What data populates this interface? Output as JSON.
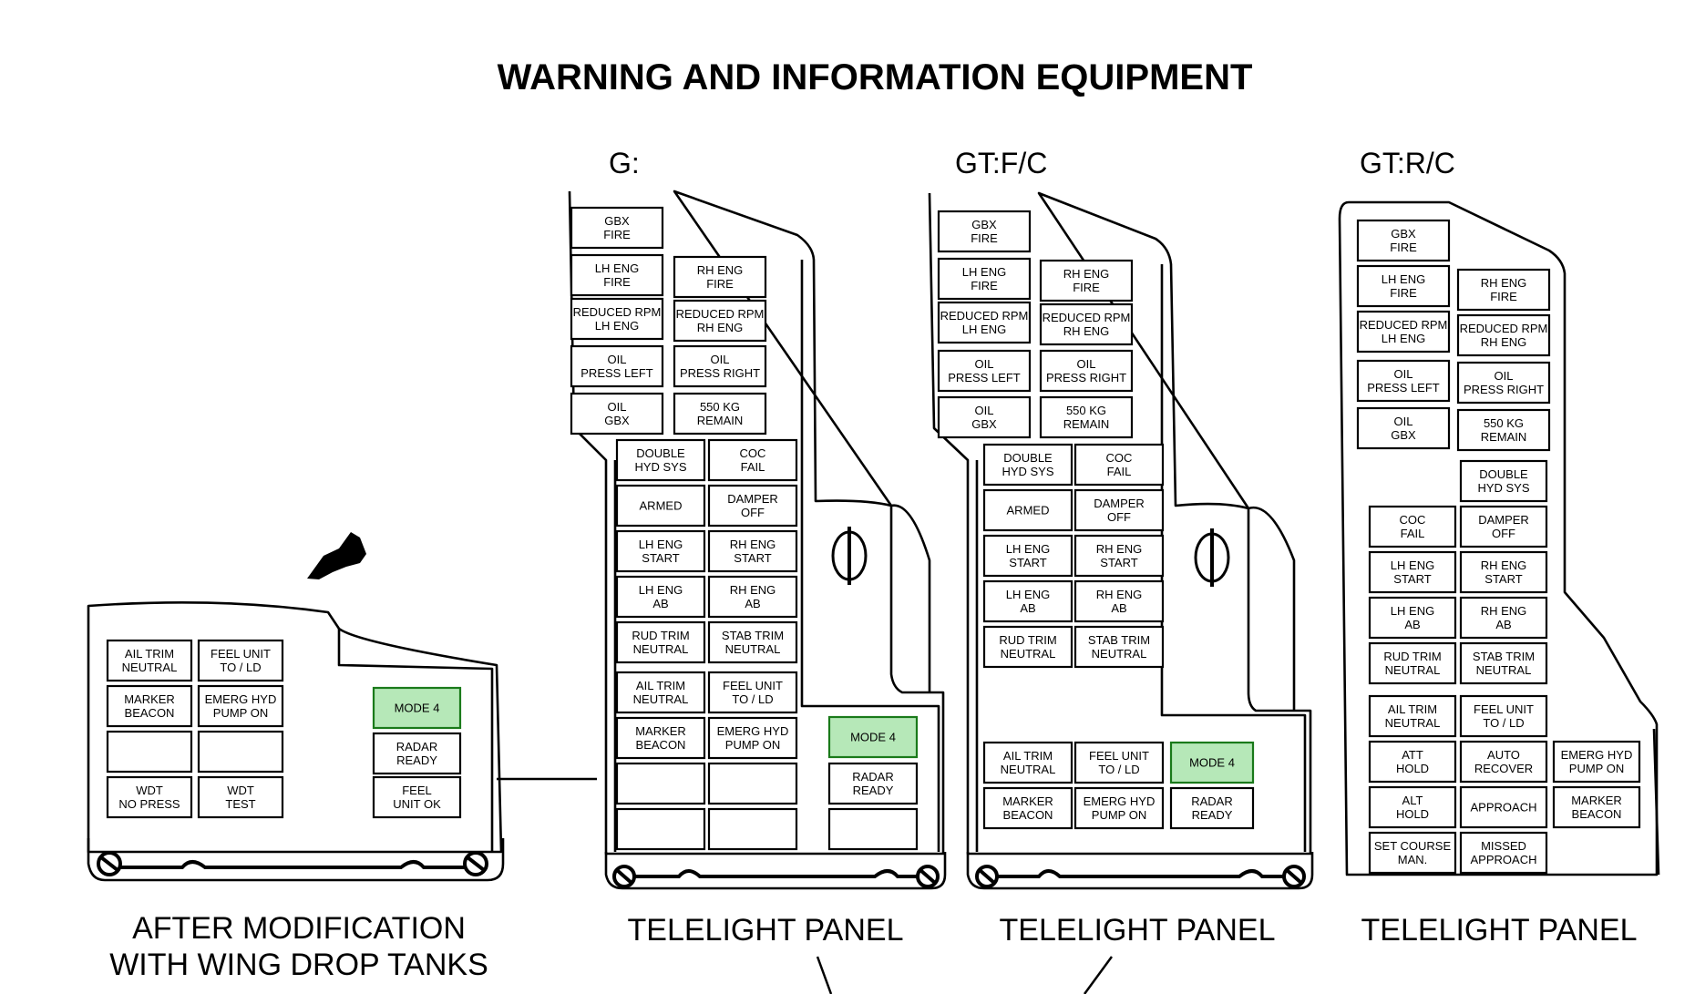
{
  "title": "WARNING AND INFORMATION EQUIPMENT",
  "panels": [
    {
      "id": "wing",
      "header": "",
      "caption": [
        "AFTER MODIFICATION",
        "WITH WING DROP TANKS"
      ],
      "lamps": [
        {
          "t": [
            "AIL  TRIM",
            "NEUTRAL"
          ]
        },
        {
          "t": [
            "FEEL UNIT",
            "TO / LD"
          ]
        },
        {
          "t": [
            "MARKER",
            "BEACON"
          ]
        },
        {
          "t": [
            "EMERG HYD",
            "PUMP    ON"
          ]
        },
        {
          "t": []
        },
        {
          "t": []
        },
        {
          "t": [
            "WDT",
            "NO PRESS"
          ]
        },
        {
          "t": [
            "WDT",
            "TEST"
          ]
        },
        {
          "t": [
            "MODE 4"
          ],
          "green": true
        },
        {
          "t": [
            "RADAR",
            "READY"
          ]
        },
        {
          "t": [
            "FEEL",
            "UNIT OK"
          ]
        }
      ]
    },
    {
      "id": "g",
      "header": "G:",
      "caption": [
        "TELELIGHT PANEL"
      ],
      "lamps": [
        {
          "t": [
            "GBX",
            "FIRE"
          ]
        },
        {
          "t": [
            "LH    ENG",
            "FIRE"
          ]
        },
        {
          "t": [
            "RH    ENG",
            "FIRE"
          ]
        },
        {
          "t": [
            "REDUCED RPM",
            "LH           ENG"
          ]
        },
        {
          "t": [
            "REDUCED RPM",
            "RH           ENG"
          ]
        },
        {
          "t": [
            "OIL",
            "PRESS LEFT"
          ]
        },
        {
          "t": [
            "OIL",
            "PRESS RIGHT"
          ]
        },
        {
          "t": [
            "OIL",
            "GBX"
          ]
        },
        {
          "t": [
            "550 KG",
            "REMAIN"
          ]
        },
        {
          "t": [
            "DOUBLE",
            "HYD    SYS"
          ]
        },
        {
          "t": [
            "COC",
            "FAIL"
          ]
        },
        {
          "t": [
            "ARMED"
          ]
        },
        {
          "t": [
            "DAMPER",
            "OFF"
          ]
        },
        {
          "t": [
            "LH    ENG",
            "START"
          ]
        },
        {
          "t": [
            "RH    ENG",
            "START"
          ]
        },
        {
          "t": [
            "LH    ENG",
            "AB"
          ]
        },
        {
          "t": [
            "RH    ENG",
            "AB"
          ]
        },
        {
          "t": [
            "RUD  TRIM",
            "NEUTRAL"
          ]
        },
        {
          "t": [
            "STAB  TRIM",
            "NEUTRAL"
          ]
        },
        {
          "t": [
            "AIL  TRIM",
            "NEUTRAL"
          ]
        },
        {
          "t": [
            "FEEL UNIT",
            "TO / LD"
          ]
        },
        {
          "t": [
            "MARKER",
            "BEACON"
          ]
        },
        {
          "t": [
            "EMERG HYD",
            "PUMP    ON"
          ]
        },
        {
          "t": []
        },
        {
          "t": []
        },
        {
          "t": []
        },
        {
          "t": []
        },
        {
          "t": [
            "MODE 4"
          ],
          "green": true
        },
        {
          "t": [
            "RADAR",
            "READY"
          ]
        },
        {
          "t": []
        }
      ]
    },
    {
      "id": "gtfc",
      "header": "GT:F/C",
      "caption": [
        "TELELIGHT PANEL"
      ],
      "lamps": [
        {
          "t": [
            "GBX",
            "FIRE"
          ]
        },
        {
          "t": [
            "LH    ENG",
            "FIRE"
          ]
        },
        {
          "t": [
            "RH    ENG",
            "FIRE"
          ]
        },
        {
          "t": [
            "REDUCED RPM",
            "LH           ENG"
          ]
        },
        {
          "t": [
            "REDUCED RPM",
            "RH           ENG"
          ]
        },
        {
          "t": [
            "OIL",
            "PRESS LEFT"
          ]
        },
        {
          "t": [
            "OIL",
            "PRESS RIGHT"
          ]
        },
        {
          "t": [
            "OIL",
            "GBX"
          ]
        },
        {
          "t": [
            "550 KG",
            "REMAIN"
          ]
        },
        {
          "t": [
            "DOUBLE",
            "HYD    SYS"
          ]
        },
        {
          "t": [
            "COC",
            "FAIL"
          ]
        },
        {
          "t": [
            "ARMED"
          ]
        },
        {
          "t": [
            "DAMPER",
            "OFF"
          ]
        },
        {
          "t": [
            "LH    ENG",
            "START"
          ]
        },
        {
          "t": [
            "RH    ENG",
            "START"
          ]
        },
        {
          "t": [
            "LH    ENG",
            "AB"
          ]
        },
        {
          "t": [
            "RH    ENG",
            "AB"
          ]
        },
        {
          "t": [
            "RUD  TRIM",
            "NEUTRAL"
          ]
        },
        {
          "t": [
            "STAB  TRIM",
            "NEUTRAL"
          ]
        },
        {
          "t": [
            "AIL  TRIM",
            "NEUTRAL"
          ]
        },
        {
          "t": [
            "FEEL UNIT",
            "TO / LD"
          ]
        },
        {
          "t": [
            "MODE  4"
          ],
          "green": true
        },
        {
          "t": [
            "MARKER",
            "BEACON"
          ]
        },
        {
          "t": [
            "EMERG HYD",
            "PUMP    ON"
          ]
        },
        {
          "t": [
            "RADAR",
            "READY"
          ]
        }
      ]
    },
    {
      "id": "gtrc",
      "header": "GT:R/C",
      "caption": [
        "TELELIGHT PANEL"
      ],
      "lamps": [
        {
          "t": [
            "GBX",
            "FIRE"
          ]
        },
        {
          "t": [
            "LH    ENG",
            "FIRE"
          ]
        },
        {
          "t": [
            "RH    ENG",
            "FIRE"
          ]
        },
        {
          "t": [
            "REDUCED RPM",
            "LH           ENG"
          ]
        },
        {
          "t": [
            "REDUCED RPM",
            "RH           ENG"
          ]
        },
        {
          "t": [
            "OIL",
            "PRESS LEFT"
          ]
        },
        {
          "t": [
            "OIL",
            "PRESS RIGHT"
          ]
        },
        {
          "t": [
            "OIL",
            "GBX"
          ]
        },
        {
          "t": [
            "550 KG",
            "REMAIN"
          ]
        },
        {
          "t": [
            "DOUBLE",
            "HYD    SYS"
          ]
        },
        {
          "t": [
            "COC",
            "FAIL"
          ]
        },
        {
          "t": [
            "DAMPER",
            "OFF"
          ]
        },
        {
          "t": [
            "LH    ENG",
            "START"
          ]
        },
        {
          "t": [
            "RH    ENG",
            "START"
          ]
        },
        {
          "t": [
            "LH    ENG",
            "AB"
          ]
        },
        {
          "t": [
            "RH    ENG",
            "AB"
          ]
        },
        {
          "t": [
            "RUD  TRIM",
            "NEUTRAL"
          ]
        },
        {
          "t": [
            "STAB  TRIM",
            "NEUTRAL"
          ]
        },
        {
          "t": [
            "AIL  TRIM",
            "NEUTRAL"
          ]
        },
        {
          "t": [
            "FEEL UNIT",
            "TO / LD"
          ]
        },
        {
          "t": [
            "ATT",
            "HOLD"
          ]
        },
        {
          "t": [
            "AUTO",
            "RECOVER"
          ]
        },
        {
          "t": [
            "EMERG HYD",
            "PUMP    ON"
          ]
        },
        {
          "t": [
            "ALT",
            "HOLD"
          ]
        },
        {
          "t": [
            "APPROACH"
          ]
        },
        {
          "t": [
            "MARKER",
            "BEACON"
          ]
        },
        {
          "t": [
            "SET COURSE",
            "MAN."
          ]
        },
        {
          "t": [
            "MISSED",
            "APPROACH"
          ]
        }
      ]
    }
  ]
}
